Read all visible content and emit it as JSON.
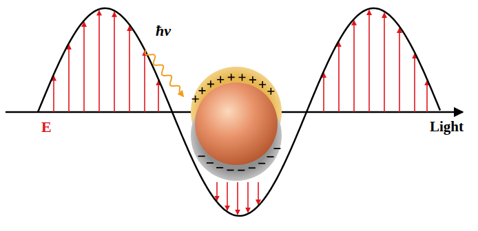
{
  "diagram": {
    "labels": [
      "ħν",
      "E",
      "Light"
    ]
  }
}
